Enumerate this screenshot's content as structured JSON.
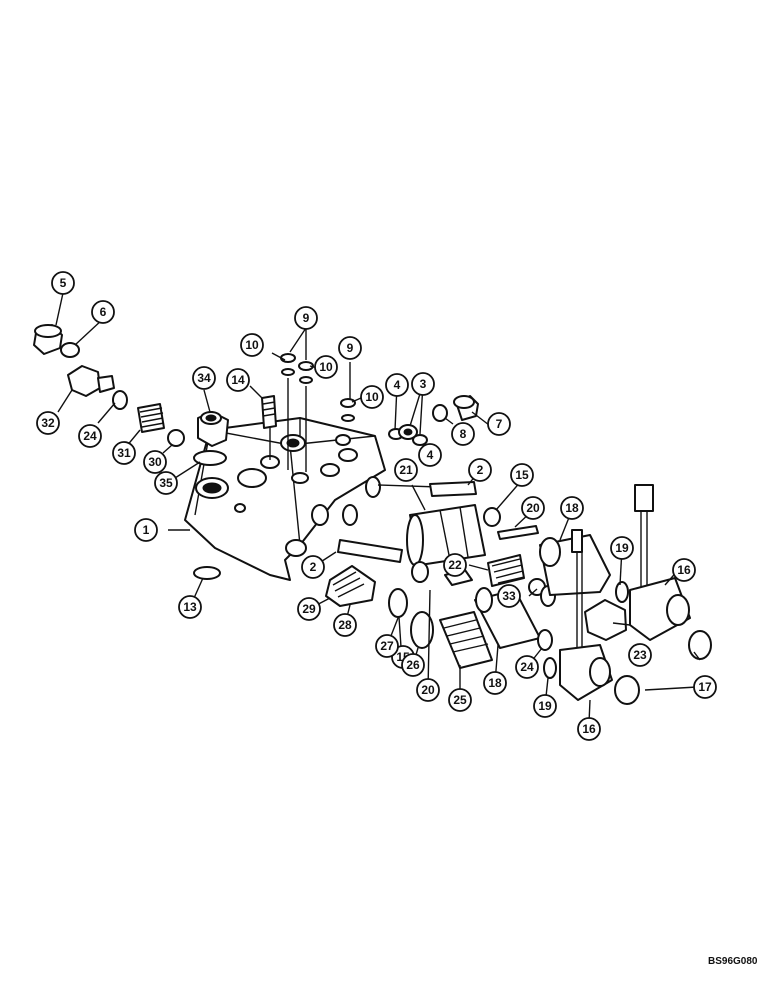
{
  "figure_code": "BS96G080",
  "callouts": [
    {
      "label": "1"
    },
    {
      "label": "2"
    },
    {
      "label": "2"
    },
    {
      "label": "3"
    },
    {
      "label": "4"
    },
    {
      "label": "4"
    },
    {
      "label": "5"
    },
    {
      "label": "6"
    },
    {
      "label": "7"
    },
    {
      "label": "8"
    },
    {
      "label": "9"
    },
    {
      "label": "9"
    },
    {
      "label": "10"
    },
    {
      "label": "10"
    },
    {
      "label": "10"
    },
    {
      "label": "13"
    },
    {
      "label": "14"
    },
    {
      "label": "15"
    },
    {
      "label": "15"
    },
    {
      "label": "16"
    },
    {
      "label": "16"
    },
    {
      "label": "17"
    },
    {
      "label": "18"
    },
    {
      "label": "18"
    },
    {
      "label": "19"
    },
    {
      "label": "19"
    },
    {
      "label": "20"
    },
    {
      "label": "20"
    },
    {
      "label": "21"
    },
    {
      "label": "22"
    },
    {
      "label": "23"
    },
    {
      "label": "24"
    },
    {
      "label": "24"
    },
    {
      "label": "25"
    },
    {
      "label": "26"
    },
    {
      "label": "27"
    },
    {
      "label": "28"
    },
    {
      "label": "29"
    },
    {
      "label": "30"
    },
    {
      "label": "31"
    },
    {
      "label": "32"
    },
    {
      "label": "33"
    },
    {
      "label": "34"
    },
    {
      "label": "35"
    }
  ]
}
